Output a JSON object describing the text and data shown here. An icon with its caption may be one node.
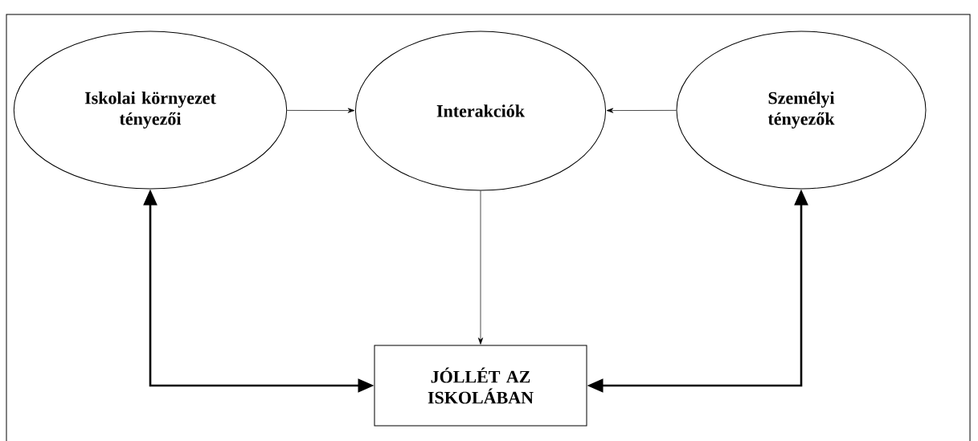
{
  "diagram": {
    "nodes": [
      {
        "text": [
          "Iskolai környezet tényezői"
        ]
      },
      {
        "text": [
          "Interakciók"
        ]
      },
      {
        "text": [
          "Személyi tényezők"
        ]
      },
      {
        "text": [
          "JÓLLÉT AZ ISKOLÁBAN"
        ]
      }
    ],
    "edges": [
      {
        "from": 0,
        "to": 1,
        "arrow": "to"
      },
      {
        "from": 2,
        "to": 1,
        "arrow": "to"
      },
      {
        "from": 1,
        "to": 3,
        "arrow": "to"
      },
      {
        "from": 0,
        "to": 3,
        "arrow": "both",
        "style": "thick"
      },
      {
        "from": 2,
        "to": 3,
        "arrow": "both",
        "style": "thick"
      }
    ]
  }
}
